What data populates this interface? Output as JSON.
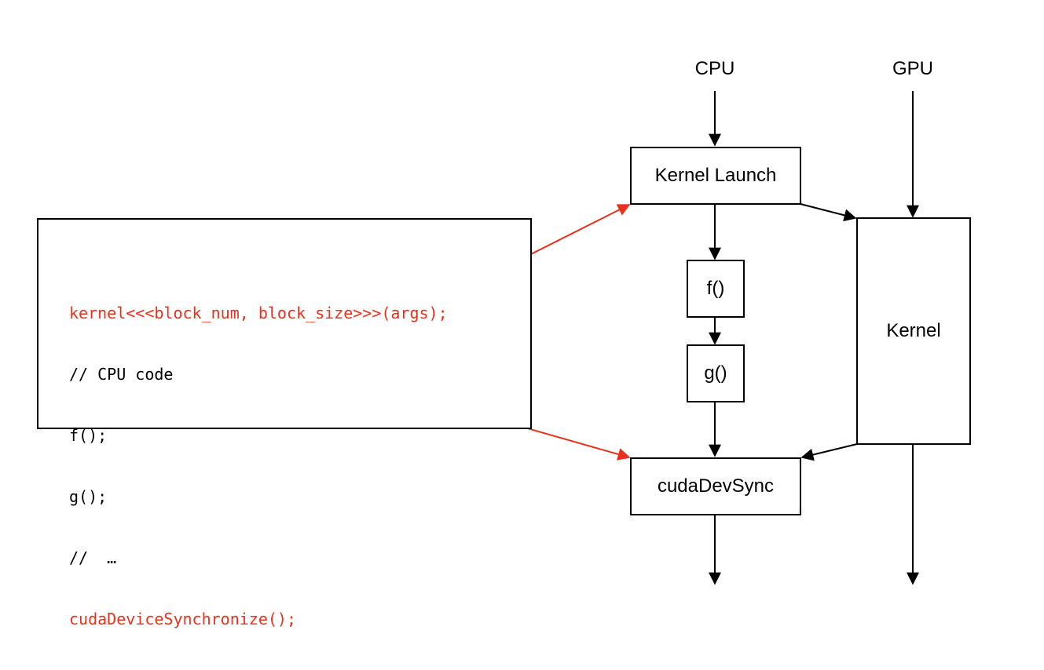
{
  "lanes": {
    "cpu": "CPU",
    "gpu": "GPU"
  },
  "nodes": {
    "kernel_launch": "Kernel Launch",
    "f": "f()",
    "g": "g()",
    "kernel": "Kernel",
    "cuda_dev_sync": "cudaDevSync"
  },
  "code": {
    "line_0": "kernel<<<block_num, block_size>>>(args);",
    "line_1": "// CPU code",
    "line_2": "f();",
    "line_3": "g();",
    "line_4": "//  …",
    "line_5": "cudaDeviceSynchronize();"
  },
  "colors": {
    "highlight": "#e8321d",
    "stroke": "#000000"
  }
}
